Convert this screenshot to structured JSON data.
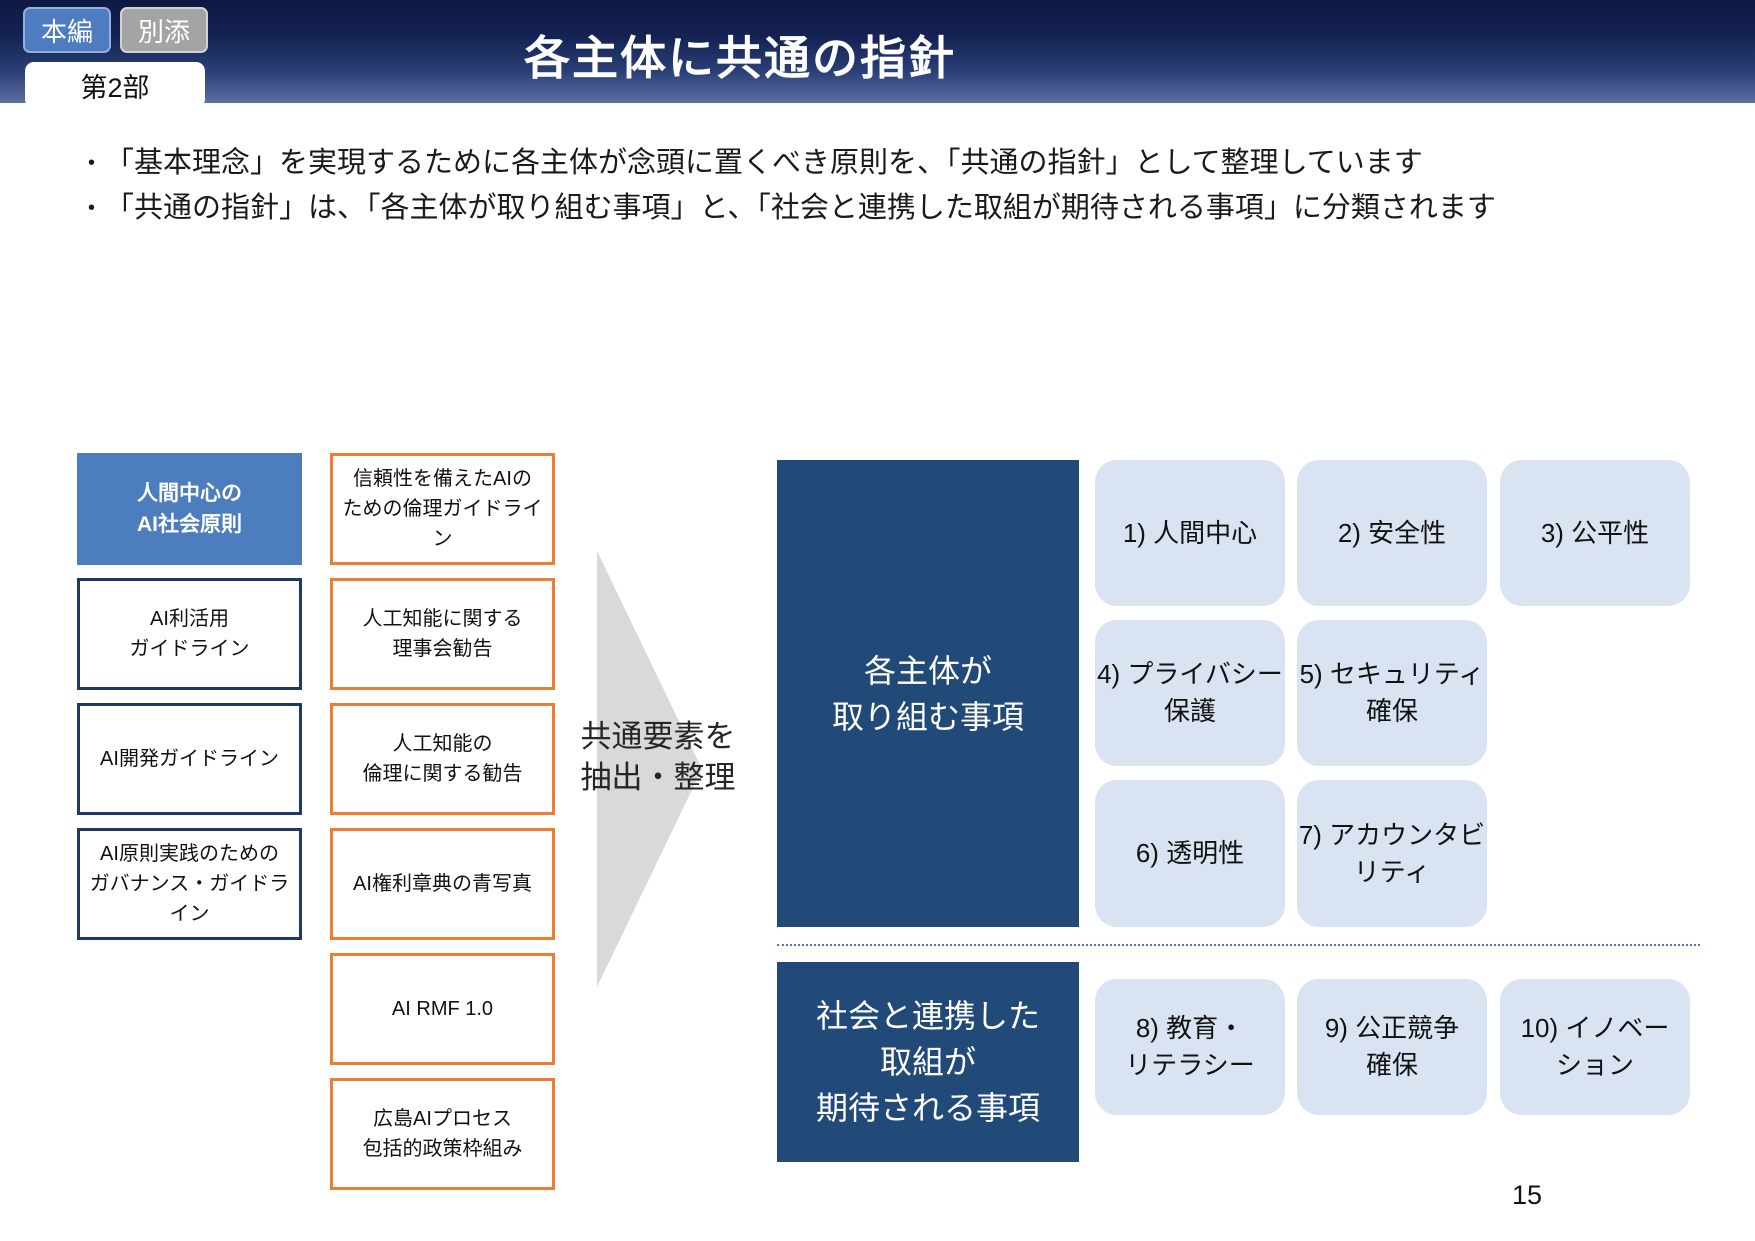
{
  "header": {
    "tag_main": "本編",
    "tag_attach": "別添",
    "part_label": "第2部",
    "title": "各主体に共通の指針"
  },
  "bullets": [
    "「基本理念」を実現するために各主体が念頭に置くべき原則を、「共通の指針」として整理しています",
    "「共通の指針」は、「各主体が取り組む事項」と、「社会と連携した取組が期待される事項」に分類されます"
  ],
  "left_panel": {
    "principle_box": "人間中心の\nAI社会原則",
    "jp_boxes": [
      "AI利活用\nガイドライン",
      "AI開発ガイドライン",
      "AI原則実践のための\nガバナンス・ガイドライン"
    ],
    "intl_boxes": [
      "信頼性を備えたAIの\nための倫理ガイドライン",
      "人工知能に関する\n理事会勧告",
      "人工知能の\n倫理に関する勧告",
      "AI権利章典の青写真",
      "AI RMF 1.0",
      "広島AIプロセス\n包括的政策枠組み"
    ]
  },
  "arrow": {
    "label": "共通要素を\n抽出・整理"
  },
  "right_panel": {
    "section1": {
      "heading": "各主体が\n取り組む事項",
      "items": [
        "1) 人間中心",
        "2) 安全性",
        "3) 公平性",
        "4) プライバシー\n保護",
        "5) セキュリティ\n確保",
        "6) 透明性",
        "7) アカウンタビ\nリティ"
      ]
    },
    "section2": {
      "heading": "社会と連携した\n取組が\n期待される事項",
      "items": [
        "8) 教育・\nリテラシー",
        "9) 公正競争\n確保",
        "10) イノベー\nション"
      ]
    }
  },
  "page_number": "15",
  "colors": {
    "accent_blue": "#4c7dbd",
    "navy_border": "#1f3864",
    "orange_border": "#ed7d31",
    "dark_blue": "#214a79",
    "light_blue": "#dae3f1",
    "arrow_gray": "#d9d9d9",
    "tag_gray": "#a4a4a4",
    "dotted_blue": "#4a7ab5"
  }
}
